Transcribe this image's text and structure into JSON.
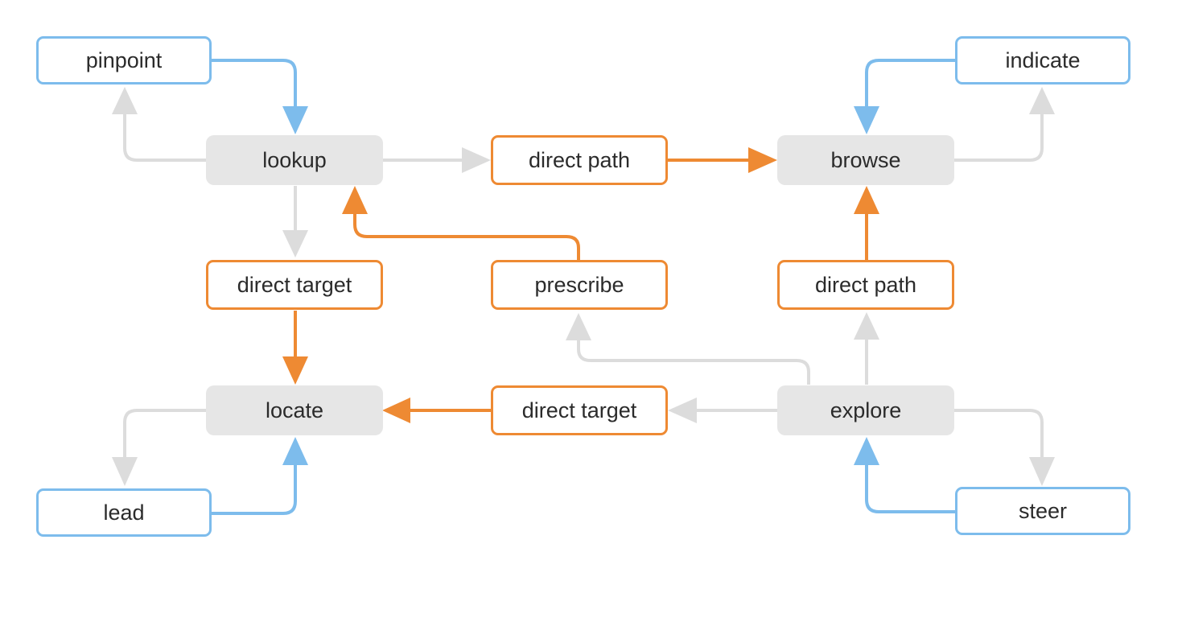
{
  "colors": {
    "core_fill": "#e6e6e6",
    "blue": "#7dbcec",
    "orange": "#ee8a33",
    "gray_arrow": "#dcdcdc",
    "text": "#2b2b2b"
  },
  "nodes": {
    "pinpoint": "pinpoint",
    "indicate": "indicate",
    "lookup": "lookup",
    "direct_path_top": "direct path",
    "browse": "browse",
    "direct_target_left": "direct target",
    "prescribe": "prescribe",
    "direct_path_right": "direct path",
    "locate": "locate",
    "direct_target_bottom": "direct target",
    "explore": "explore",
    "lead": "lead",
    "steer": "steer"
  }
}
